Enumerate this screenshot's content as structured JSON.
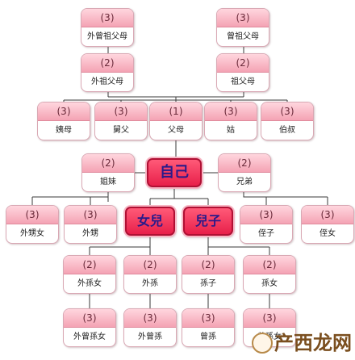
{
  "center": {
    "label": "自己"
  },
  "daughter": {
    "label": "女兒"
  },
  "son": {
    "label": "兒子"
  },
  "ancestors": [
    {
      "degree": "(3)",
      "label": "外曾祖父母"
    },
    {
      "degree": "(3)",
      "label": "曾祖父母"
    },
    {
      "degree": "(2)",
      "label": "外祖父母"
    },
    {
      "degree": "(2)",
      "label": "祖父母"
    }
  ],
  "parent_row": [
    {
      "degree": "(3)",
      "label": "姨母"
    },
    {
      "degree": "(3)",
      "label": "舅父"
    },
    {
      "degree": "(1)",
      "label": "父母"
    },
    {
      "degree": "(3)",
      "label": "姑"
    },
    {
      "degree": "(3)",
      "label": "伯叔"
    }
  ],
  "siblings": [
    {
      "degree": "(2)",
      "label": "姐妹"
    },
    {
      "degree": "(2)",
      "label": "兄弟"
    }
  ],
  "nephews": [
    {
      "degree": "(3)",
      "label": "外甥女"
    },
    {
      "degree": "(3)",
      "label": "外甥"
    },
    {
      "degree": "(3)",
      "label": "侄子"
    },
    {
      "degree": "(3)",
      "label": "侄女"
    }
  ],
  "grandchildren": [
    {
      "degree": "(2)",
      "label": "外孫女"
    },
    {
      "degree": "(2)",
      "label": "外孫"
    },
    {
      "degree": "(2)",
      "label": "孫子"
    },
    {
      "degree": "(2)",
      "label": "孫女"
    }
  ],
  "great_grandchildren": [
    {
      "degree": "(3)",
      "label": "外曾孫女"
    },
    {
      "degree": "(3)",
      "label": "外曾孫"
    },
    {
      "degree": "(3)",
      "label": "曾孫"
    },
    {
      "degree": "(3)",
      "label": "曾孫女"
    }
  ],
  "watermark": {
    "text": "产西龙网",
    "logo_icon": "dragon-logo-icon"
  },
  "colors": {
    "node_top": "#f4a3b4",
    "center_fill": "#e8204a",
    "line": "#3a3a3a",
    "center_text": "#2a1a8a"
  }
}
